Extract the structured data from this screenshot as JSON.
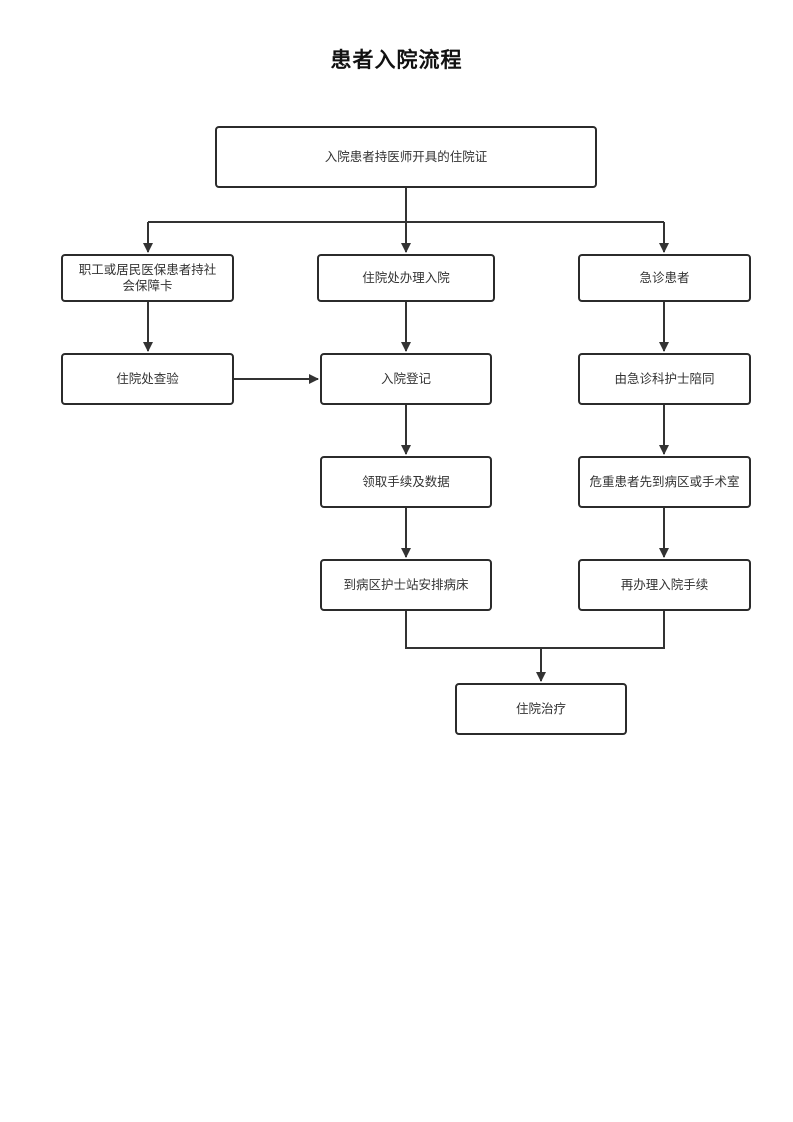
{
  "title": "患者入院流程",
  "nodes": {
    "start": "入院患者持医师开具的住院证",
    "insured": "职工或居民医保患者持社会保障卡",
    "admit_office": "住院处办理入院",
    "emergency": "急诊患者",
    "verify": "住院处查验",
    "register": "入院登记",
    "nurse_escort": "由急诊科护士陪同",
    "collect": "领取手续及数据",
    "critical": "危重患者先到病区或手术室",
    "bed": "到病区护士站安排病床",
    "redo": "再办理入院手续",
    "treatment": "住院治疗"
  }
}
